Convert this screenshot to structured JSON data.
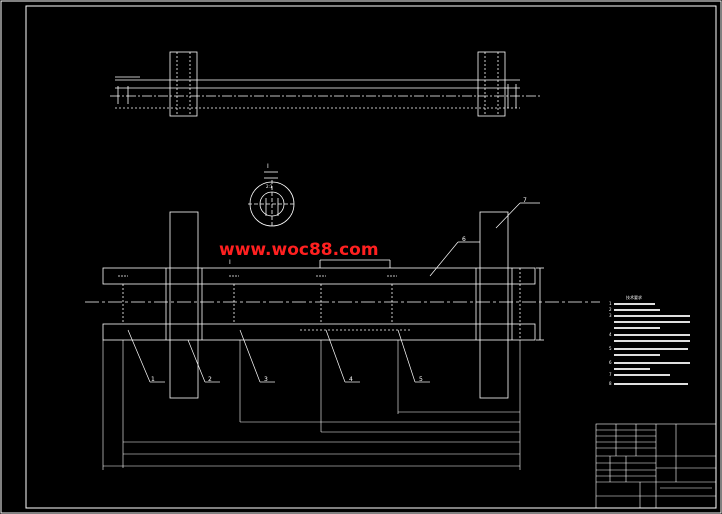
{
  "watermark": "www.woc88.com",
  "detail_view": {
    "label": "I",
    "scale": "2:1"
  },
  "section_mark": "I",
  "part_numbers": [
    "1",
    "2",
    "3",
    "4",
    "5",
    "6",
    "7"
  ],
  "notes_title": "技术要求",
  "notes": [
    "1",
    "2",
    "3",
    "4",
    "5",
    "6",
    "7",
    "8"
  ],
  "colors": {
    "background": "#000000",
    "line": "#ffffff",
    "centerline": "#ffffff",
    "dimension": "#ffffff",
    "watermark": "#ff2020"
  }
}
